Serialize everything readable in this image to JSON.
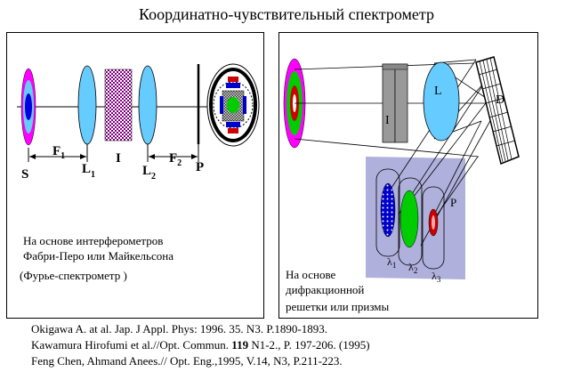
{
  "title": "Координатно-чувствительный спектрометр",
  "left_panel": {
    "labels": {
      "S": "S",
      "F1": "F1",
      "L1": "L1",
      "I": "I",
      "L2": "L2",
      "F2": "F2",
      "P": "P"
    },
    "caption_line1": "На основе  интерферометров",
    "caption_line2": "Фабри-Перо или  Майкельсона",
    "caption_line3": "(Фурье-спектрометр )"
  },
  "right_panel": {
    "labels": {
      "I": "I",
      "L": "L",
      "D": "D",
      "P": "P",
      "l1": "λ1",
      "l2": "λ2",
      "l3": "λ3"
    },
    "caption_line1": "На основе",
    "caption_line2": "дифракционной",
    "caption_line3": "решетки или призмы"
  },
  "references": [
    "Okigawa A. at al. Jap. J Appl. Phys: 1996. 35. N3. P.1890-1893.",
    "Kawamura Hirofumi et al.//Opt. Commun.",
    "119",
    "N1-2., P. 197-206. (1995)",
    "Feng Chen, Ahmand Anees.// Opt. Eng.,1995, V.14, N3, P.211-223."
  ],
  "colors": {
    "magenta": "#ff00ff",
    "cyan": "#66ccff",
    "green": "#00cc00",
    "blue": "#0000ff",
    "red": "#cc0000",
    "gray": "#999999",
    "purple_panel": "#b0b0dd"
  }
}
